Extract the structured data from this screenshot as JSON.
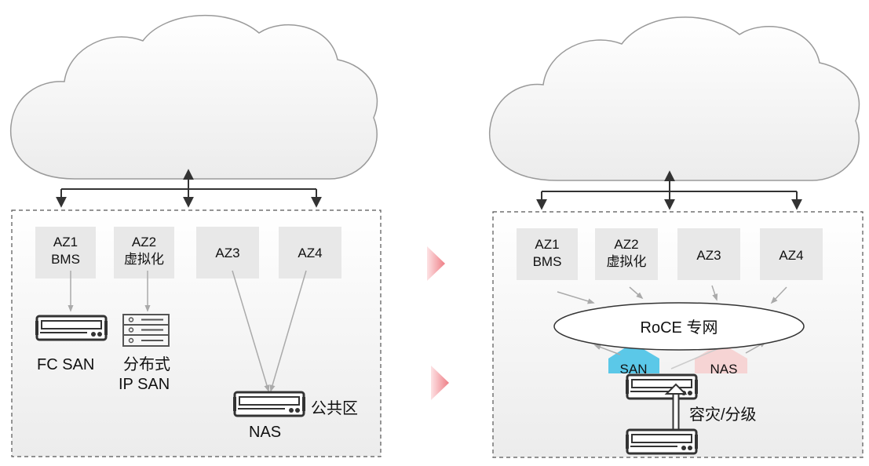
{
  "left_panel": {
    "az_boxes": [
      {
        "line1": "AZ1",
        "line2": "BMS"
      },
      {
        "line1": "AZ2",
        "line2": "虚拟化"
      },
      {
        "line1": "AZ3",
        "line2": ""
      },
      {
        "line1": "AZ4",
        "line2": ""
      }
    ],
    "storage": {
      "fc_san": "FC SAN",
      "dist_line1": "分布式",
      "dist_line2": "IP SAN",
      "nas": "NAS",
      "public_zone": "公共区"
    }
  },
  "right_panel": {
    "az_boxes": [
      {
        "line1": "AZ1",
        "line2": "BMS"
      },
      {
        "line1": "AZ2",
        "line2": "虚拟化"
      },
      {
        "line1": "AZ3",
        "line2": ""
      },
      {
        "line1": "AZ4",
        "line2": ""
      }
    ],
    "network": "RoCE 专网",
    "san_tag": "SAN",
    "nas_tag": "NAS",
    "dr_label": "容灾/分级"
  },
  "colors": {
    "panel_bg": "#f3f3f3",
    "az_box": "#e8e8e8",
    "san_tag": "#5bc8e8",
    "nas_tag": "#f6d4d4",
    "transition_arrow": "#f08a90"
  }
}
